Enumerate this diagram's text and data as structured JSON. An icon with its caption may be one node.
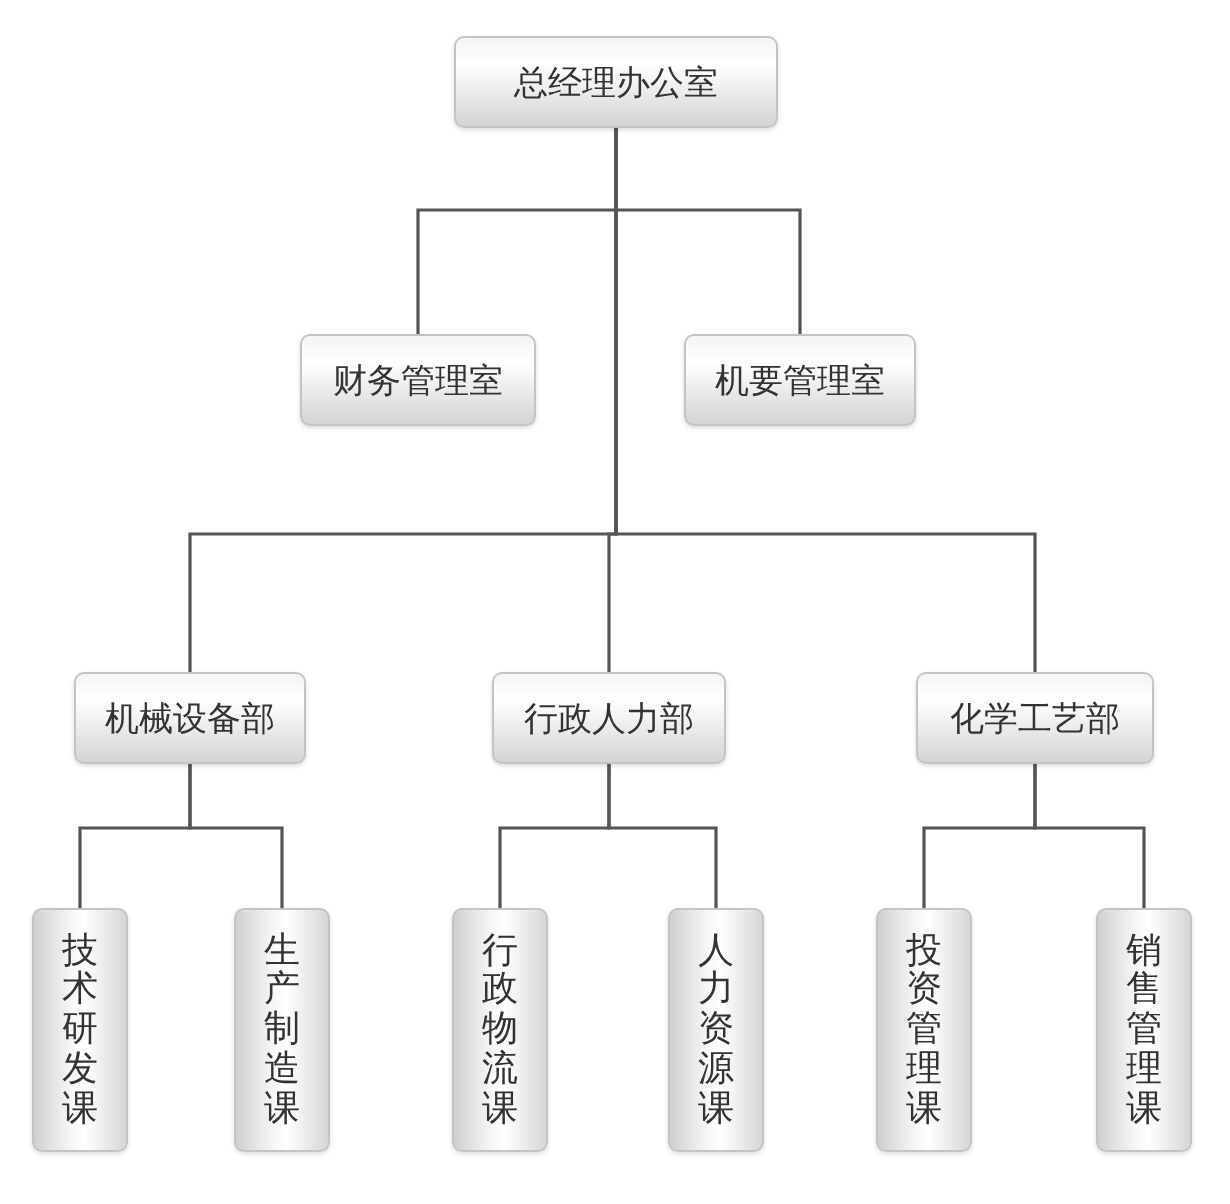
{
  "diagram": {
    "nodes": [
      {
        "text": [
          "总经理办公室"
        ]
      },
      {
        "text": [
          "财务管理室"
        ]
      },
      {
        "text": [
          "机要管理室"
        ]
      },
      {
        "text": [
          "机械设备部"
        ]
      },
      {
        "text": [
          "行政人力部"
        ]
      },
      {
        "text": [
          "化学工艺部"
        ]
      },
      {
        "text": [
          "技术研发课"
        ]
      },
      {
        "text": [
          "生产制造课"
        ]
      },
      {
        "text": [
          "行政物流课"
        ]
      },
      {
        "text": [
          "人力资源课"
        ]
      },
      {
        "text": [
          "投资管理课"
        ]
      },
      {
        "text": [
          "销售管理课"
        ]
      }
    ],
    "edges": [
      {
        "from": 0,
        "to": 1,
        "arrow": "none"
      },
      {
        "from": 0,
        "to": 2,
        "arrow": "none"
      },
      {
        "from": 0,
        "to": 3,
        "arrow": "none"
      },
      {
        "from": 0,
        "to": 4,
        "arrow": "none"
      },
      {
        "from": 0,
        "to": 5,
        "arrow": "none"
      },
      {
        "from": 3,
        "to": 6,
        "arrow": "none"
      },
      {
        "from": 3,
        "to": 7,
        "arrow": "none"
      },
      {
        "from": 4,
        "to": 8,
        "arrow": "none"
      },
      {
        "from": 4,
        "to": 9,
        "arrow": "none"
      },
      {
        "from": 5,
        "to": 10,
        "arrow": "none"
      },
      {
        "from": 5,
        "to": 11,
        "arrow": "none"
      }
    ]
  }
}
